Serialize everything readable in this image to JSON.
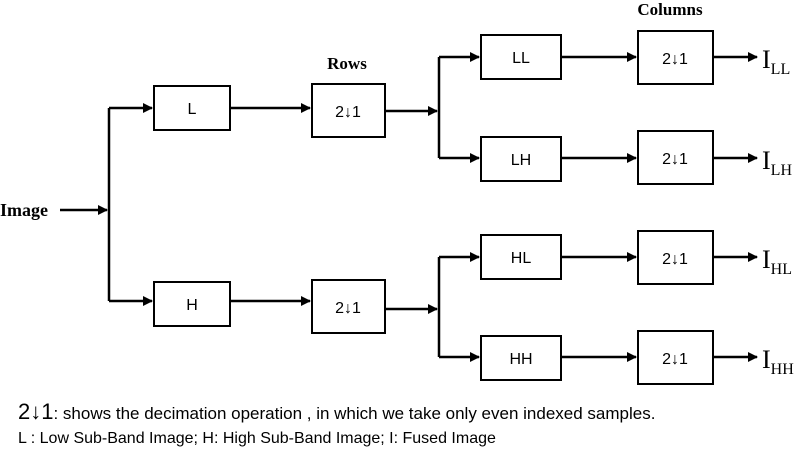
{
  "diagram": {
    "input_label": "Image",
    "stage_labels": {
      "rows": "Rows",
      "columns": "Columns"
    },
    "decimation_symbol": "2↓1",
    "filters": {
      "low": "L",
      "high": "H",
      "ll": "LL",
      "lh": "LH",
      "hl": "HL",
      "hh": "HH"
    },
    "outputs": {
      "ll": {
        "base": "I",
        "sub": "LL"
      },
      "lh": {
        "base": "I",
        "sub": "LH"
      },
      "hl": {
        "base": "I",
        "sub": "HL"
      },
      "hh": {
        "base": "I",
        "sub": "HH"
      }
    }
  },
  "legend": {
    "decimation_symbol": "2↓1",
    "decimation_text": ": shows the decimation operation , in which we take only even indexed samples.",
    "abbreviations": "L : Low Sub-Band Image; H: High Sub-Band Image; I: Fused Image"
  }
}
